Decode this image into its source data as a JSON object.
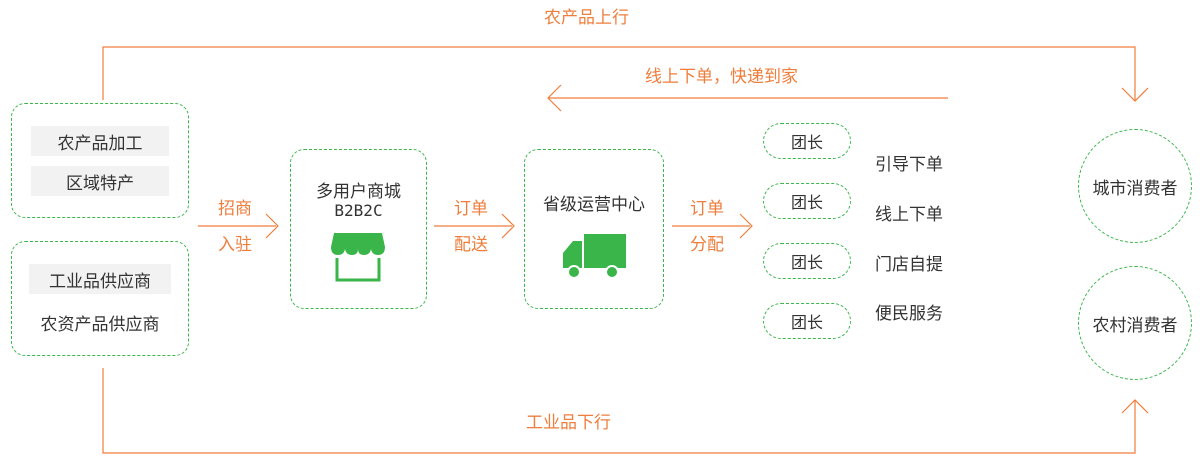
{
  "flows": {
    "top_label": "农产品上行",
    "bottom_label": "工业品下行",
    "return_label": "线上下单，快递到家"
  },
  "suppliers": {
    "agri": [
      "农产品加工",
      "区域特产"
    ],
    "industrial": [
      "工业品供应商",
      "农资产品供应商"
    ]
  },
  "steps": {
    "recruit": [
      "招商",
      "入驻"
    ],
    "order_delivery": [
      "订单",
      "配送"
    ],
    "order_dispatch": [
      "订单",
      "分配"
    ]
  },
  "mall": {
    "title": "多用户商城",
    "subtitle": "B2B2C",
    "icon": "storefront-icon"
  },
  "center": {
    "title": "省级运营中心",
    "icon": "delivery-truck-icon"
  },
  "leaders": {
    "items": [
      {
        "label": "团长",
        "action": "引导下单"
      },
      {
        "label": "团长",
        "action": "线上下单"
      },
      {
        "label": "团长",
        "action": "门店自提"
      },
      {
        "label": "团长",
        "action": "便民服务"
      }
    ]
  },
  "consumers": {
    "city": "城市消费者",
    "rural": "农村消费者"
  },
  "colors": {
    "green": "#39b54a",
    "orange": "#ef7d3c",
    "text": "#333333",
    "tag_bg": "#f2f2f2"
  }
}
